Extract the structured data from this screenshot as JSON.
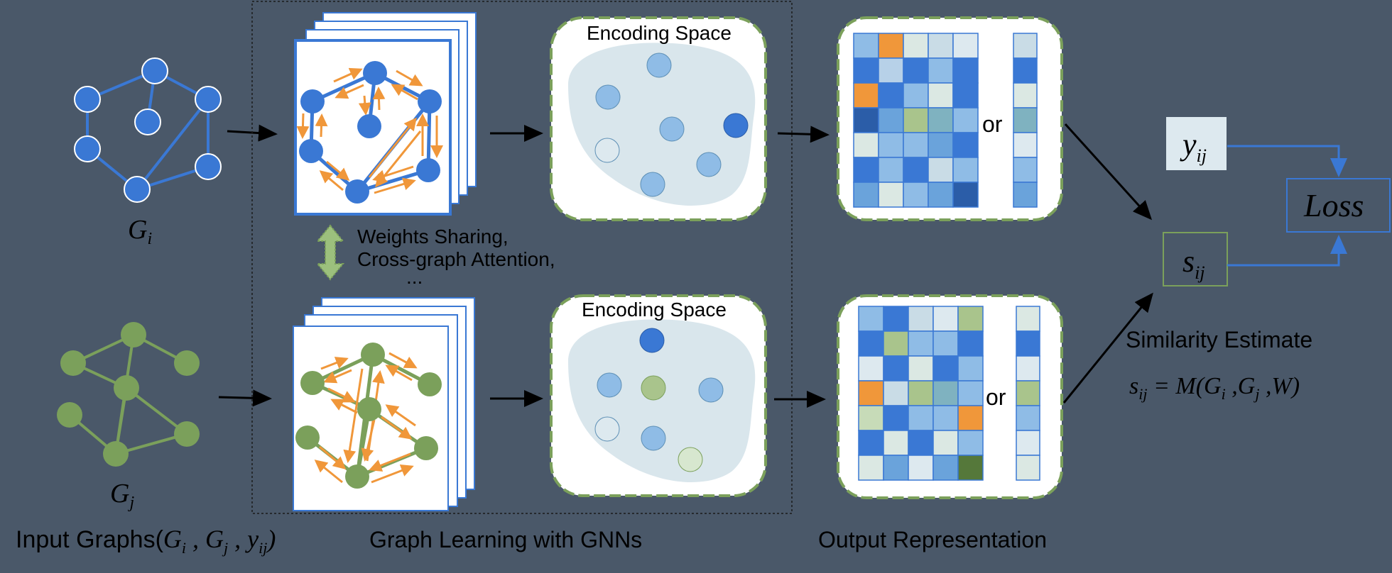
{
  "labels": {
    "gi_main": "G",
    "gi_sub": "i",
    "gj_main": "G",
    "gj_sub": "j",
    "input_graphs_prefix": "Input Graphs(",
    "input_graphs_math": "G",
    "input_graphs_math_i": "i",
    "input_graphs_sep1": " , G",
    "input_graphs_math_j": "j",
    "input_graphs_sep2": " , y",
    "input_graphs_math_ij": "ij",
    "input_graphs_suffix": ")",
    "weights_line1": "Weights Sharing,",
    "weights_line2": "Cross-graph Attention,",
    "weights_line3": "...",
    "encoding_space_top": "Encoding Space",
    "encoding_space_bottom": "Encoding Space",
    "graph_learning": "Graph Learning with GNNs",
    "or_top": "or",
    "or_bottom": "or",
    "output_representation": "Output Representation",
    "y_main": "y",
    "y_sub": "ij",
    "s_main": "s",
    "s_sub": "ij",
    "loss": "Loss",
    "similarity_estimate": "Similarity Estimate",
    "formula": "s",
    "formula_sub": "ij",
    "formula_rest": " = M(G",
    "formula_sub_i": "i",
    "formula_comma": " ,G",
    "formula_sub_j": "j",
    "formula_end": " ,W)"
  },
  "colors": {
    "background": "#4a5869",
    "blue_node": "#3a78d4",
    "green_node": "#7ba05b",
    "orange_arrow": "#f0973a",
    "dashed_green": "#7ba05b",
    "encoding_blob": "#d9e6ec"
  }
}
